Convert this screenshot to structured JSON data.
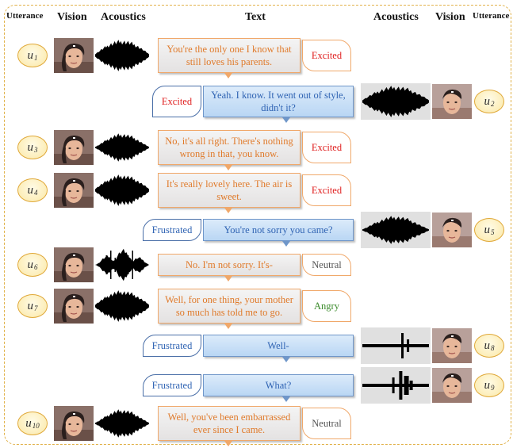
{
  "headers": {
    "utterance_left": "Utterance",
    "vision_left": "Vision",
    "acoustics_left": "Acoustics",
    "text": "Text",
    "acoustics_right": "Acoustics",
    "vision_right": "Vision",
    "utterance_right": "Utterance"
  },
  "utterances": [
    {
      "id": "u",
      "sub": "1",
      "text": "You're the only one I know that still loves his parents.",
      "emotion": "Excited",
      "emotion_color": "#e02020"
    },
    {
      "id": "u",
      "sub": "2",
      "text": "Yeah. I know. It went out of style, didn't it?",
      "emotion": "Excited",
      "emotion_color": "#e02020"
    },
    {
      "id": "u",
      "sub": "3",
      "text": "No, it's all right. There's nothing wrong in that, you know.",
      "emotion": "Excited",
      "emotion_color": "#e02020"
    },
    {
      "id": "u",
      "sub": "4",
      "text": "It's really lovely here. The air is sweet.",
      "emotion": "Excited",
      "emotion_color": "#e02020"
    },
    {
      "id": "u",
      "sub": "5",
      "text": "You're not sorry you came?",
      "emotion": "Frustrated",
      "emotion_color": "#2f63b3"
    },
    {
      "id": "u",
      "sub": "6",
      "text": "No. I'm not sorry. It's-",
      "emotion": "Neutral",
      "emotion_color": "#555555"
    },
    {
      "id": "u",
      "sub": "7",
      "text": "Well, for one thing, your mother so much has told me to go.",
      "emotion": "Angry",
      "emotion_color": "#3a8a2a"
    },
    {
      "id": "u",
      "sub": "8",
      "text": "Well-",
      "emotion": "Frustrated",
      "emotion_color": "#2f63b3"
    },
    {
      "id": "u",
      "sub": "9",
      "text": "What?",
      "emotion": "Frustrated",
      "emotion_color": "#2f63b3"
    },
    {
      "id": "u",
      "sub": "10",
      "text": "Well, you've been embarrassed ever since I came.",
      "emotion": "Neutral",
      "emotion_color": "#555555"
    }
  ],
  "colors": {
    "speaker_a_border": "#f0a86a",
    "speaker_a_text": "#e07a2a",
    "speaker_b_border": "#6f96c9",
    "speaker_b_text": "#2f63b3",
    "frame_border": "#e1b24a"
  }
}
